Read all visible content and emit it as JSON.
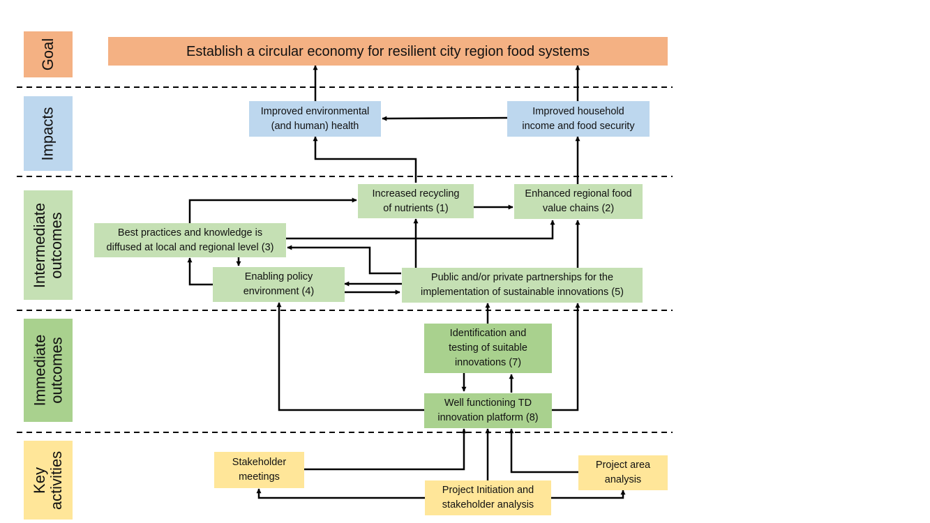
{
  "bands": [
    {
      "id": "goal",
      "label": "Goal",
      "color": "#f4b183"
    },
    {
      "id": "impacts",
      "label": "Impacts",
      "color": "#bdd7ee"
    },
    {
      "id": "intermediate",
      "label": "Intermediate\noutcomes",
      "color": "#c5e0b4"
    },
    {
      "id": "immediate",
      "label": "Immediate\noutcomes",
      "color": "#a9d18e"
    },
    {
      "id": "key",
      "label": "Key\nactivities",
      "color": "#ffe699"
    }
  ],
  "nodes": {
    "goal": "Establish a circular economy for resilient city region food systems",
    "env_health": "Improved environmental\n(and human) health",
    "household_income": "Improved household\nincome and food security",
    "recycling": "Increased recycling\nof nutrients (1)",
    "value_chains": "Enhanced regional food\nvalue chains (2)",
    "best_practices": "Best practices and knowledge is\ndiffused at local and regional level (3)",
    "policy": "Enabling policy\nenvironment (4)",
    "partnerships": "Public and/or private partnerships for the\nimplementation of sustainable innovations (5)",
    "identification": "Identification and\ntesting of suitable\ninnovations (7)",
    "td_platform": "Well functioning TD\ninnovation platform (8)",
    "stakeholder_meetings": "Stakeholder\nmeetings",
    "project_area": "Project area\nanalysis",
    "project_initiation": "Project Initiation and\nstakeholder analysis"
  }
}
